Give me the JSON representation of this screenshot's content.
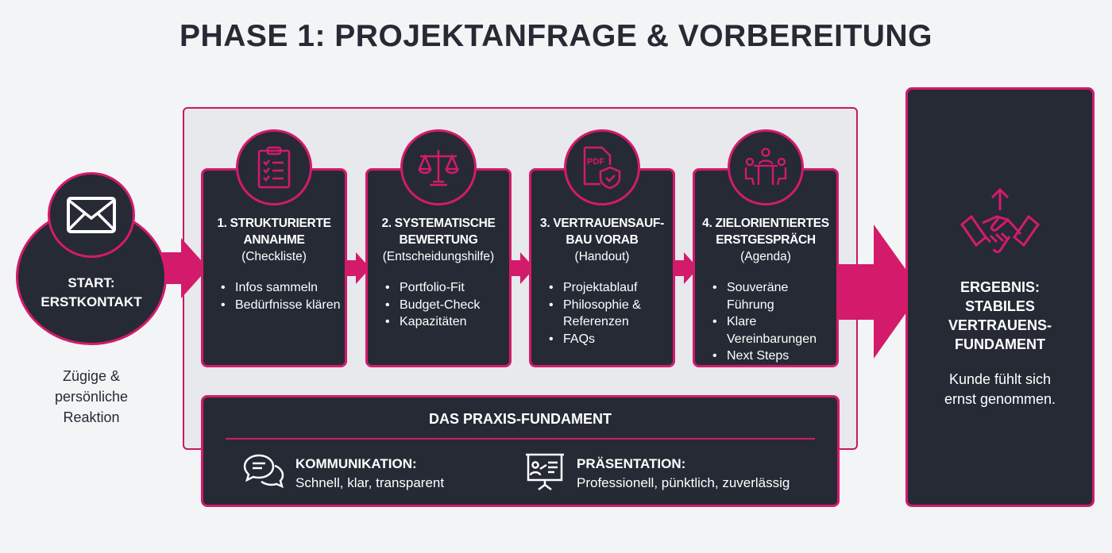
{
  "title": "PHASE 1: PROJEKTANFRAGE & VORBEREITUNG",
  "colors": {
    "accent": "#d41a6b",
    "dark": "#262a35",
    "background": "#f3f4f6"
  },
  "start": {
    "icon": "envelope-icon",
    "label_line1": "START:",
    "label_line2": "ERSTKONTAKT",
    "note_line1": "Zügige &",
    "note_line2": "persönliche",
    "note_line3": "Reaktion"
  },
  "steps": [
    {
      "icon": "clipboard-checklist-icon",
      "title1": "1. STRUKTURIERTE",
      "title2": "ANNAHME",
      "sub": "(Checkliste)",
      "bullets": [
        "Infos sammeln",
        "Bedürfnisse klären"
      ]
    },
    {
      "icon": "scales-icon",
      "title1": "2. SYSTEMATISCHE",
      "title2": "BEWERTUNG",
      "sub": "(Entscheidungshilfe)",
      "bullets": [
        "Portfolio-Fit",
        "Budget-Check",
        "Kapazitäten"
      ]
    },
    {
      "icon": "pdf-shield-icon",
      "title1": "3. VERTRAUENSAUF-",
      "title2": "BAU VORAB",
      "sub": "(Handout)",
      "bullets": [
        "Projektablauf",
        "Philosophie & Referenzen",
        "FAQs"
      ]
    },
    {
      "icon": "meeting-table-icon",
      "title1": "4. ZIELORIENTIERTES",
      "title2": "ERSTGESPRÄCH",
      "sub": "(Agenda)",
      "bullets": [
        "Souveräne Führung",
        "Klare Vereinbarungen",
        "Next Steps"
      ]
    }
  ],
  "foundation": {
    "title": "DAS PRAXIS-FUNDAMENT",
    "items": [
      {
        "icon": "chat-bubbles-icon",
        "label": "KOMMUNIKATION:",
        "text": "Schnell, klar, transparent"
      },
      {
        "icon": "presentation-board-icon",
        "label": "PRÄSENTATION:",
        "text": "Professionell, pünktlich, zuverlässig"
      }
    ]
  },
  "result": {
    "icon": "handshake-icon",
    "line1": "ERGEBNIS:",
    "line2": "STABILES",
    "line3": "VERTRAUENS-",
    "line4": "FUNDAMENT",
    "note1": "Kunde fühlt sich",
    "note2": "ernst genommen."
  }
}
